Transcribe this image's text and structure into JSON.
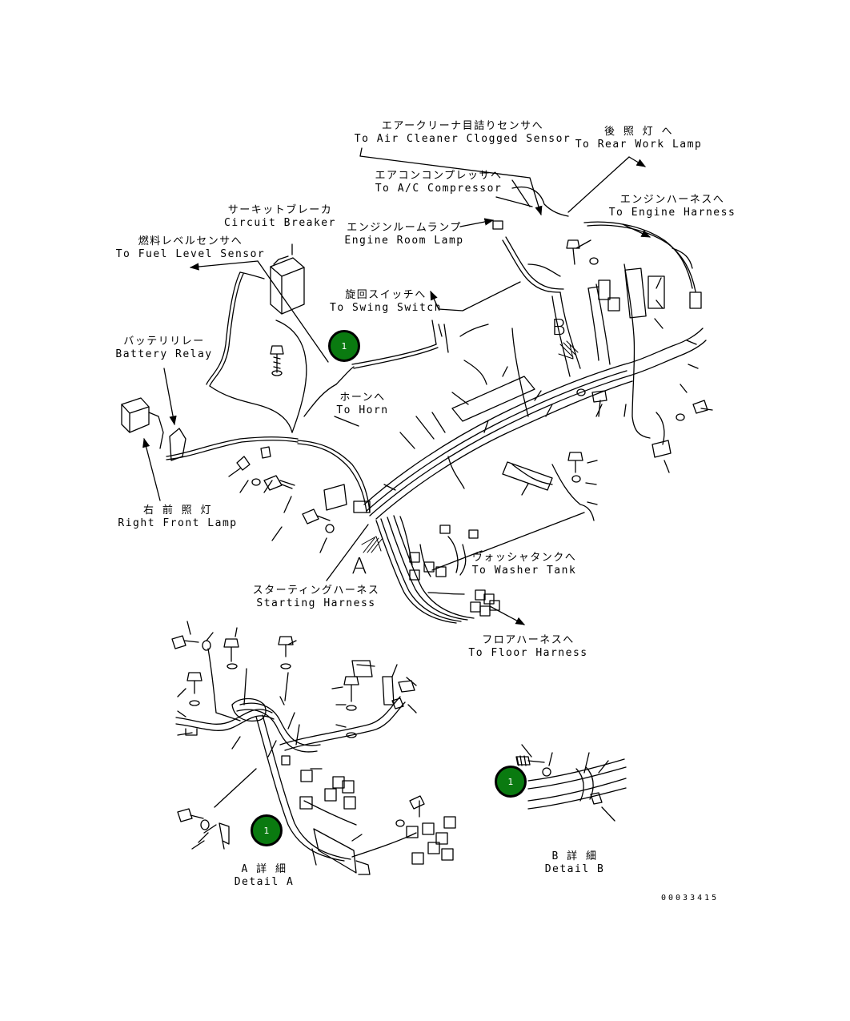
{
  "callouts": [
    {
      "id": "air-cleaner",
      "jp": "エアークリーナ目詰りセンサへ",
      "en": "To Air Cleaner Clogged Sensor"
    },
    {
      "id": "rear-work-lamp",
      "jp": "後 照 灯 へ",
      "en": "To Rear Work Lamp"
    },
    {
      "id": "ac-compressor",
      "jp": "エアコンコンプレッサへ",
      "en": "To A/C Compressor"
    },
    {
      "id": "engine-harness",
      "jp": "エンジンハーネスへ",
      "en": "To Engine Harness"
    },
    {
      "id": "circuit-breaker",
      "jp": "サーキットブレーカ",
      "en": "Circuit Breaker"
    },
    {
      "id": "engine-room-lamp",
      "jp": "エンジンルームランプ",
      "en": "Engine Room Lamp"
    },
    {
      "id": "fuel-level-sensor",
      "jp": "燃料レベルセンサへ",
      "en": "To Fuel Level Sensor"
    },
    {
      "id": "swing-switch",
      "jp": "旋回スイッチへ",
      "en": "To Swing Switch"
    },
    {
      "id": "battery-relay",
      "jp": "バッテリリレー",
      "en": "Battery Relay"
    },
    {
      "id": "horn",
      "jp": "ホーンへ",
      "en": "To Horn"
    },
    {
      "id": "right-front-lamp",
      "jp": "右 前 照 灯",
      "en": "Right Front Lamp"
    },
    {
      "id": "washer-tank",
      "jp": "ウォッシャタンクへ",
      "en": "To Washer Tank"
    },
    {
      "id": "starting-harness",
      "jp": "スターティングハーネス",
      "en": "Starting Harness"
    },
    {
      "id": "floor-harness",
      "jp": "フロアハーネスへ",
      "en": "To Floor Harness"
    },
    {
      "id": "detail-a",
      "jp": "A 詳 細",
      "en": "Detail A"
    },
    {
      "id": "detail-b",
      "jp": "B 詳 細",
      "en": "Detail B"
    }
  ],
  "view_letters": {
    "a": "A",
    "b": "B"
  },
  "badges": [
    "1",
    "1",
    "1"
  ],
  "drawing_number": "00033415",
  "colors": {
    "line": "#000000",
    "badge_fill": "#0a7a10",
    "background": "#ffffff"
  }
}
